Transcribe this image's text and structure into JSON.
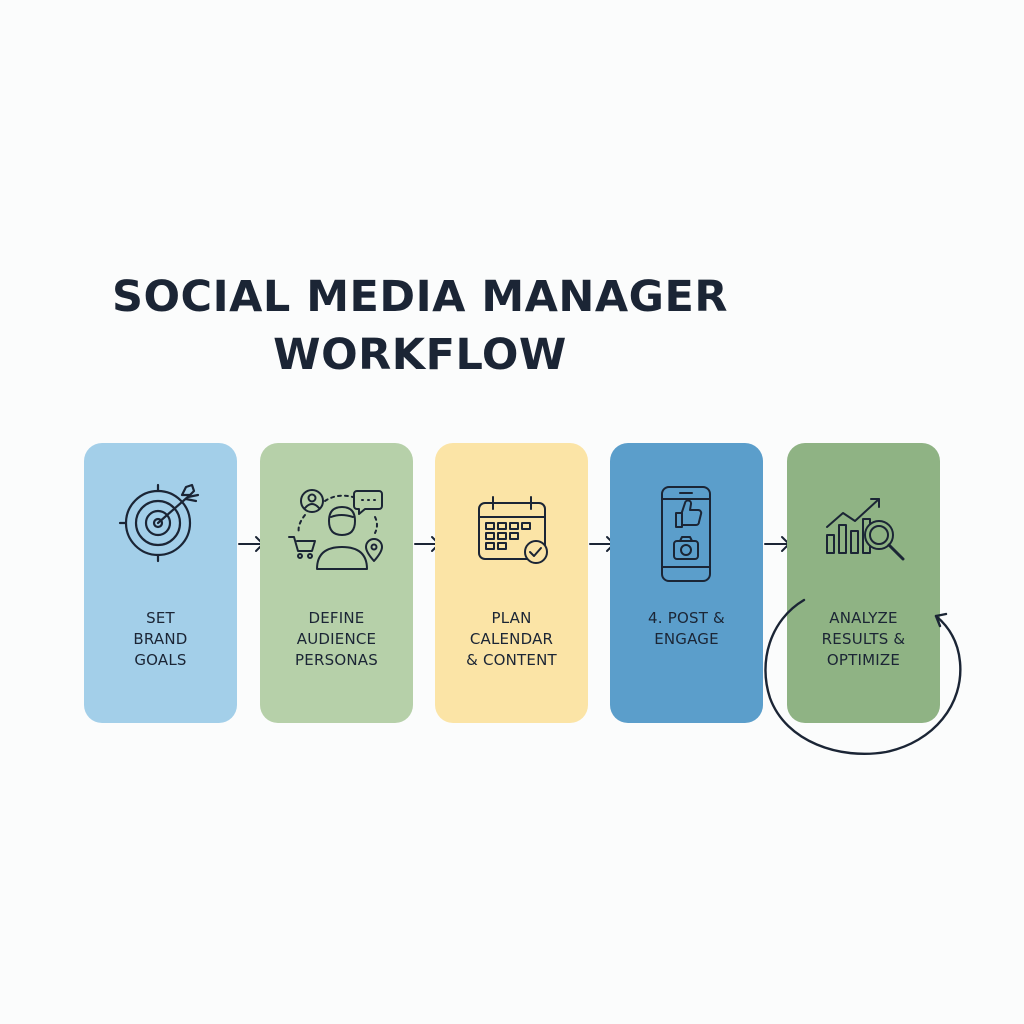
{
  "title": {
    "line1": "SOCIAL MEDIA MANAGER",
    "line2": "WORKFLOW"
  },
  "colors": {
    "text": "#1b2535",
    "background": "#fbfcfc",
    "step1": "#a3cfe9",
    "step2": "#b6d0a9",
    "step3": "#fbe4a6",
    "step4": "#5b9ecb",
    "step5": "#8fb384"
  },
  "steps": [
    {
      "icon": "target-icon",
      "lines": [
        "SET",
        "BRAND",
        "GOALS"
      ]
    },
    {
      "icon": "audience-persona-icon",
      "lines": [
        "DEFINE",
        "AUDIENCE",
        "PERSONAS"
      ]
    },
    {
      "icon": "calendar-check-icon",
      "lines": [
        "PLAN",
        "CALENDAR",
        "& CONTENT"
      ]
    },
    {
      "icon": "smartphone-social-icon",
      "lines": [
        "4. POST &",
        "ENGAGE"
      ]
    },
    {
      "icon": "chart-magnifier-icon",
      "lines": [
        "ANALYZE",
        "RESULTS &",
        "OPTIMIZE"
      ]
    }
  ],
  "connectors": [
    "arrow-right-icon",
    "arrow-right-icon",
    "arrow-right-icon",
    "arrow-right-icon"
  ],
  "loop": "cycle-arrow-icon"
}
